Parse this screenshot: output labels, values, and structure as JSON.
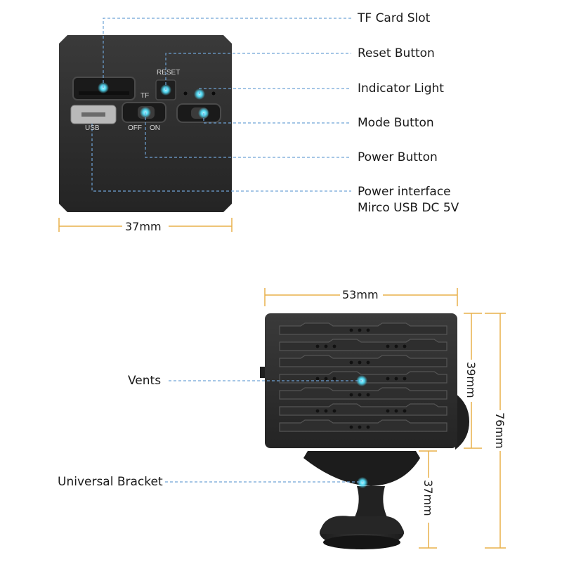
{
  "labels": {
    "tf_card_slot": "TF Card Slot",
    "reset_button": "Reset Button",
    "indicator_light": "Indicator Light",
    "mode_button": "Mode Button",
    "power_button": "Power Button",
    "power_interface_line1": "Power interface",
    "power_interface_line2": "Mirco USB DC 5V",
    "vents": "Vents",
    "universal_bracket": "Universal Bracket"
  },
  "device_text": {
    "reset": "RESET",
    "tf": "TF",
    "usb": "USB",
    "off": "OFF",
    "on": "ON"
  },
  "dimensions": {
    "back_width": "37mm",
    "front_width": "53mm",
    "front_height": "39mm",
    "total_height": "76mm",
    "bracket_height": "37mm"
  },
  "colors": {
    "device_body": "#2a2a2a",
    "leader_line": "#6fa3d6",
    "dimension_line": "#e8b04a",
    "highlight": "#4fd6f0"
  }
}
